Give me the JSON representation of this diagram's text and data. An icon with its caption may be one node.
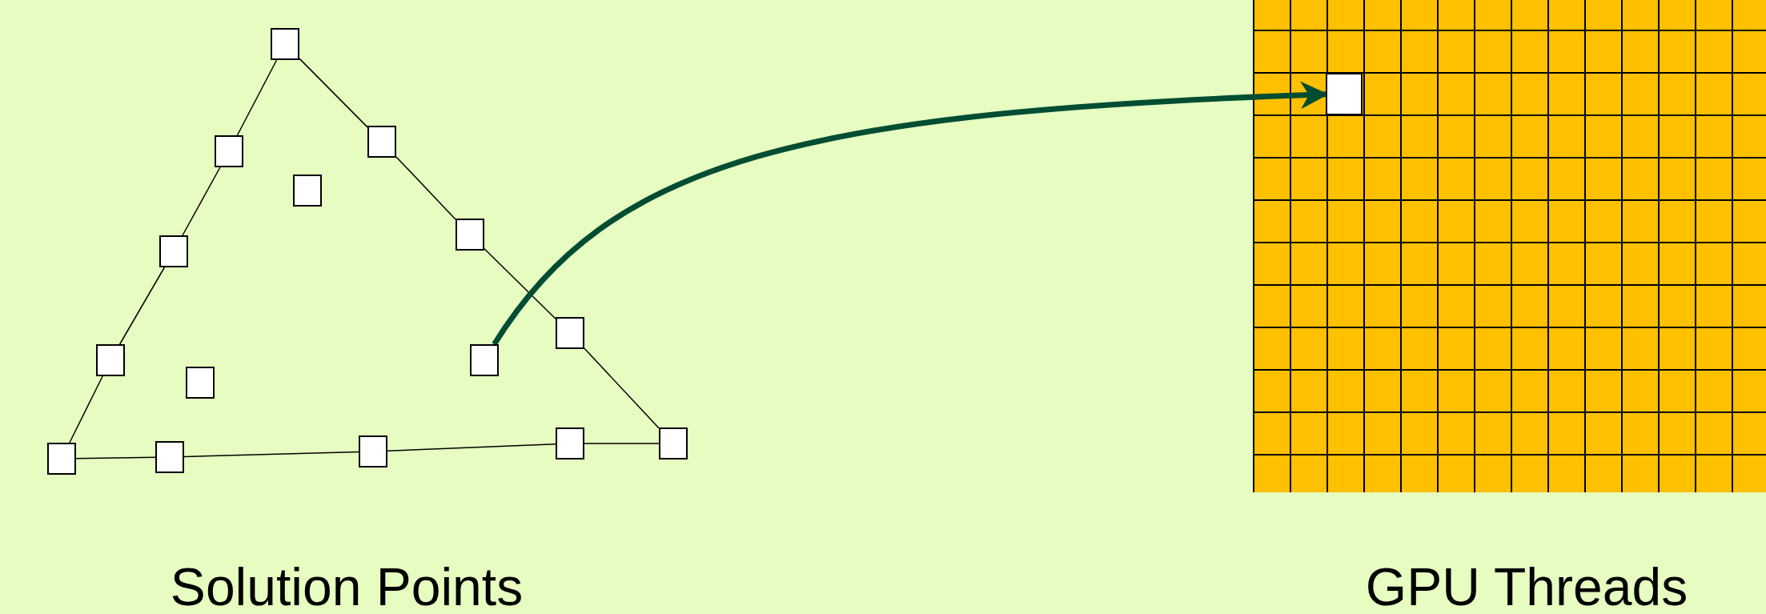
{
  "diagram": {
    "nodes": [
      {
        "text": [],
        "shape": "box"
      },
      {
        "text": [],
        "shape": "box"
      },
      {
        "text": [],
        "shape": "box"
      },
      {
        "text": [],
        "shape": "box"
      },
      {
        "text": [],
        "shape": "box"
      },
      {
        "text": [],
        "shape": "box"
      },
      {
        "text": [],
        "shape": "box"
      },
      {
        "text": [],
        "shape": "box"
      },
      {
        "text": [],
        "shape": "box"
      },
      {
        "text": [],
        "shape": "box"
      },
      {
        "text": [],
        "shape": "box"
      },
      {
        "text": [],
        "shape": "box"
      },
      {
        "text": [],
        "shape": "box"
      },
      {
        "text": [],
        "shape": "box"
      },
      {
        "text": [],
        "shape": "box"
      },
      {
        "text": [],
        "shape": "box"
      }
    ],
    "edges": [
      {
        "from": 0,
        "to": 2,
        "arrow": "none"
      },
      {
        "from": 2,
        "to": 5,
        "arrow": "none"
      },
      {
        "from": 5,
        "to": 7,
        "arrow": "none"
      },
      {
        "from": 7,
        "to": 14,
        "arrow": "none"
      },
      {
        "from": 0,
        "to": 1,
        "arrow": "none"
      },
      {
        "from": 1,
        "to": 4,
        "arrow": "none"
      },
      {
        "from": 4,
        "to": 6,
        "arrow": "none"
      },
      {
        "from": 6,
        "to": 11,
        "arrow": "none"
      },
      {
        "from": 14,
        "to": 13,
        "arrow": "none"
      },
      {
        "from": 13,
        "to": 12,
        "arrow": "none"
      },
      {
        "from": 12,
        "to": 10,
        "arrow": "none"
      },
      {
        "from": 10,
        "to": 11,
        "arrow": "none"
      },
      {
        "from": 8,
        "to": 15,
        "arrow": "to",
        "style": "thick",
        "color": "#004d33"
      }
    ],
    "labels": [
      "Solution Points",
      "GPU Threads"
    ]
  }
}
